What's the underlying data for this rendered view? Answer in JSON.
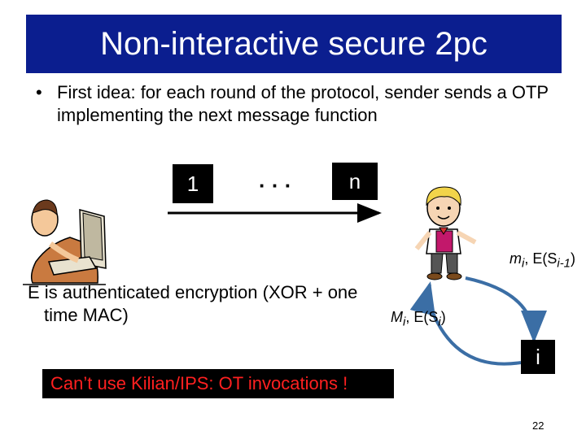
{
  "slide": {
    "title": "Non-interactive secure 2pc",
    "bullet": "First idea: for each round of the protocol, sender sends a OTP implementing the next message function",
    "box_first": "1",
    "ellipsis": "· · ·",
    "box_last": "n",
    "label_right_top_main": "m",
    "label_right_top_sub1": "i",
    "label_right_top_e": ", E(S",
    "label_right_top_sub2": "i-1",
    "label_right_top_close": ")",
    "label_mid_main": "M",
    "label_mid_sub1": "i",
    "label_mid_e": ", E(S",
    "label_mid_sub2": "i",
    "label_mid_close": ")",
    "box_i": "i",
    "encryption_note": "E is authenticated encryption (XOR + one time MAC)",
    "warning": "Can’t use Kilian/IPS: OT invocations !",
    "page_number": "22"
  }
}
